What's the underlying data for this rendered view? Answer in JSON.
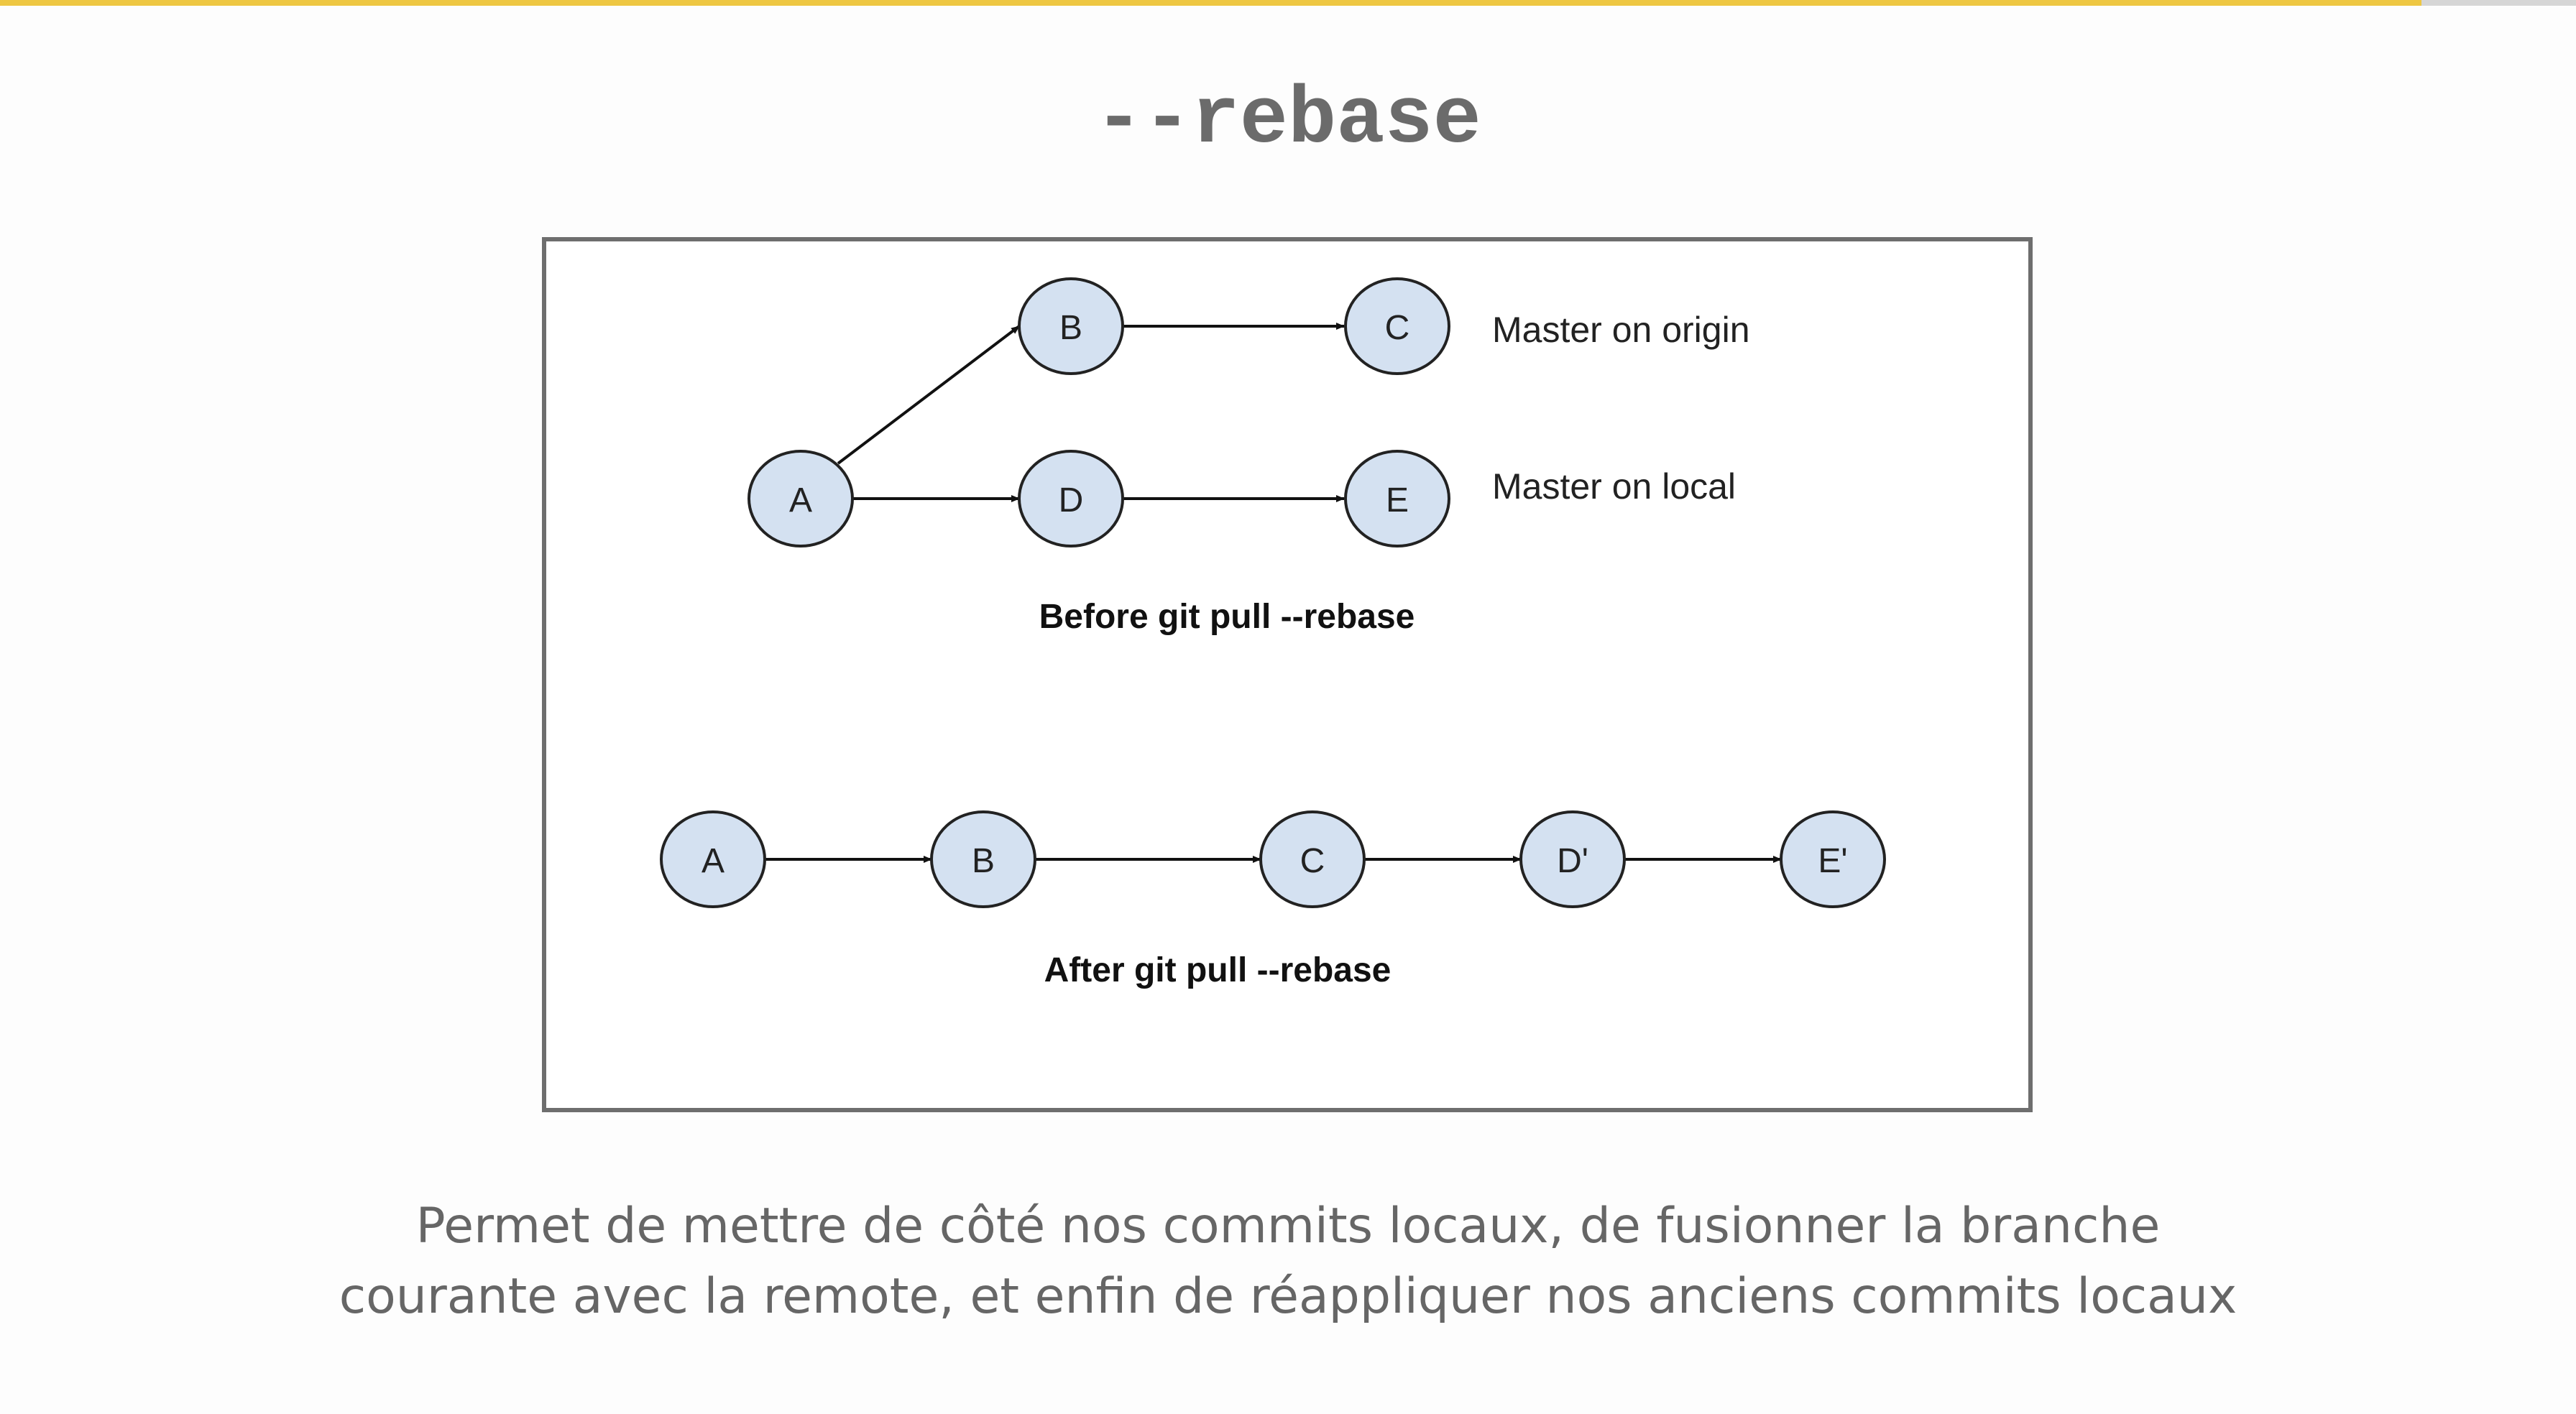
{
  "title": "--rebase",
  "progress": 0.94,
  "colors": {
    "accent": "#eec742",
    "node_fill": "#d4e1f1",
    "node_stroke": "#222222",
    "frame": "#6e6e6e",
    "text": "#666666"
  },
  "diagram": {
    "before": {
      "caption": "Before git pull --rebase",
      "nodes": {
        "a": "A",
        "b": "B",
        "c": "C",
        "d": "D",
        "e": "E"
      },
      "labels": {
        "origin": "Master on origin",
        "local": "Master on local"
      },
      "edges": [
        [
          "A",
          "B"
        ],
        [
          "B",
          "C"
        ],
        [
          "A",
          "D"
        ],
        [
          "D",
          "E"
        ]
      ]
    },
    "after": {
      "caption": "After git pull --rebase",
      "nodes": {
        "a": "A",
        "b": "B",
        "c": "C",
        "d": "D'",
        "e": "E'"
      },
      "edges": [
        [
          "A",
          "B"
        ],
        [
          "B",
          "C"
        ],
        [
          "C",
          "D'"
        ],
        [
          "D'",
          "E'"
        ]
      ]
    }
  },
  "caption": {
    "line1": "Permet de mettre de côté nos commits locaux, de fusionner la branche",
    "line2": "courante avec la remote, et enfin de réappliquer nos anciens commits locaux"
  }
}
